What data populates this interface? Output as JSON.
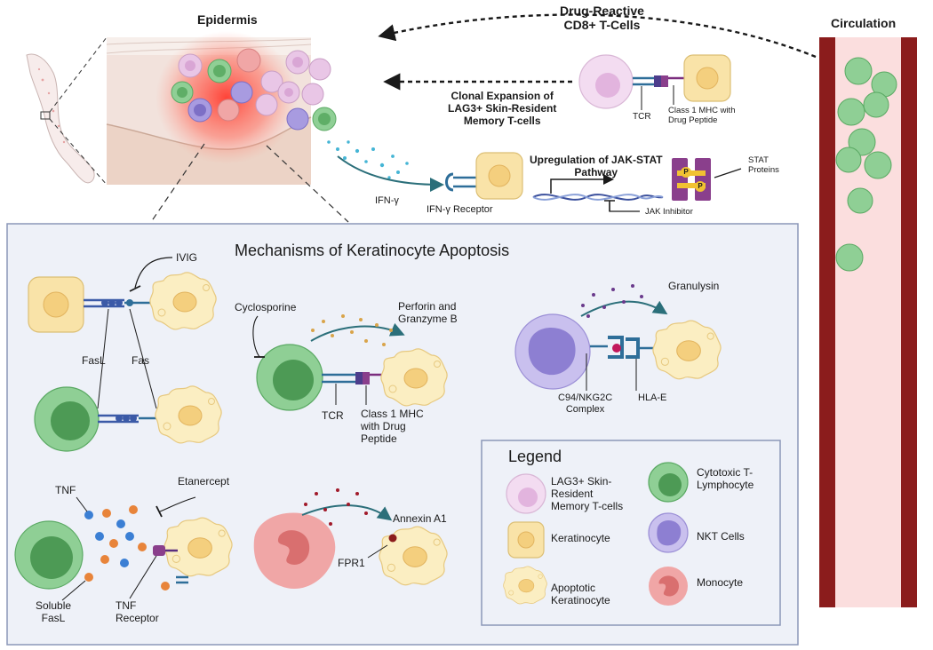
{
  "header": {
    "epidermis": "Epidermis",
    "drug_reactive": [
      "Drug-Reactive",
      "CD8+ T-Cells"
    ],
    "circulation": "Circulation",
    "clonal_expansion": [
      "Clonal Expansion of",
      "LAG3+ Skin-Resident",
      "Memory T-cells"
    ],
    "tcr_top": "TCR",
    "mhc_top": [
      "Class 1 MHC with",
      "Drug Peptide"
    ],
    "ifn_gamma": "IFN-γ",
    "ifn_receptor": "IFN-γ Receptor",
    "jak_stat": [
      "Upregulation of JAK-STAT",
      "Pathway"
    ],
    "stat_proteins": [
      "STAT",
      "Proteins"
    ],
    "jak_inhibitor": "JAK Inhibitor",
    "p_badge": "P"
  },
  "panel": {
    "title": "Mechanisms of Keratinocyte Apoptosis",
    "ivig": "IVIG",
    "fasl": "FasL",
    "fas": "Fas",
    "cyclosporine": "Cyclosporine",
    "perforin": [
      "Perforin and",
      "Granzyme B"
    ],
    "tcr": "TCR",
    "mhc": [
      "Class 1 MHC",
      "with Drug",
      "Peptide"
    ],
    "granulysin": "Granulysin",
    "c94": [
      "C94/NKG2C",
      "Complex"
    ],
    "hla_e": "HLA-E",
    "tnf": "TNF",
    "etanercept": "Etanercept",
    "soluble_fasl": [
      "Soluble",
      "FasL"
    ],
    "tnf_receptor": [
      "TNF",
      "Receptor"
    ],
    "annexin": "Annexin A1",
    "fpr1": "FPR1"
  },
  "legend": {
    "title": "Legend",
    "items": [
      {
        "label": [
          "LAG3+ Skin-",
          "Resident",
          "Memory T-cells"
        ]
      },
      {
        "label": [
          "Cytotoxic T-",
          "Lymphocyte"
        ]
      },
      {
        "label": [
          "Keratinocyte"
        ]
      },
      {
        "label": [
          "NKT Cells"
        ]
      },
      {
        "label": [
          "Apoptotic",
          "Keratinocyte"
        ]
      },
      {
        "label": [
          "Monocyte"
        ]
      }
    ]
  },
  "colors": {
    "lag3": "#e9c6e6",
    "ctl": "#8fcf95",
    "keratinocyte": "#f9e3a8",
    "nkt": "#a89be0",
    "monocyte": "#f0a6a6",
    "vessel": "#8b1c1c",
    "panel_bg": "#eef1f8",
    "arrow": "#2b6f7a"
  }
}
